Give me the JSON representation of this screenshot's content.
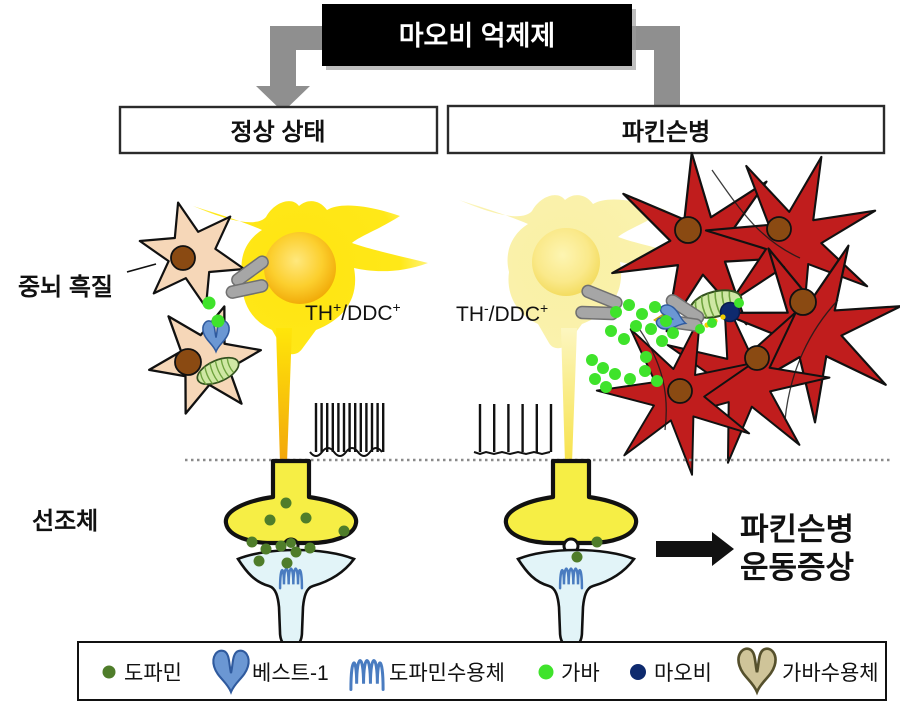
{
  "figure": {
    "title": "마오비 억제제",
    "columns": {
      "normal": "정상 상태",
      "parkinsons": "파킨슨병"
    },
    "regions": {
      "midbrain": "중뇌 흑질",
      "striatum": "선조체"
    },
    "cell_markers": {
      "normal": {
        "base1": "TH",
        "sup1": "+",
        "base2": "/DDC",
        "sup2": "+"
      },
      "parkinsons": {
        "base1": "TH",
        "sup1": "-",
        "base2": "/DDC",
        "sup2": "+"
      }
    },
    "outcome": {
      "line1": "파킨슨병",
      "line2": "운동증상"
    },
    "activity": {
      "normal_spike_count": 13,
      "parkinsons_spike_count": 6
    }
  },
  "legend": {
    "items": [
      {
        "id": "dopamine",
        "label": "도파민",
        "shape": "dot",
        "color": "#4f7d2a"
      },
      {
        "id": "best1",
        "label": "베스트-1",
        "shape": "channel",
        "color": "#6b97d3"
      },
      {
        "id": "dopamine-receptor",
        "label": "도파민수용체",
        "shape": "squiggle",
        "color": "#4a7cc0"
      },
      {
        "id": "gaba",
        "label": "가바",
        "shape": "dot",
        "color": "#3fe32b"
      },
      {
        "id": "maob",
        "label": "마오비",
        "shape": "dot",
        "color": "#0e2a6e"
      },
      {
        "id": "gaba-receptor",
        "label": "가바수용체",
        "shape": "channel",
        "color": "#cfc499"
      }
    ]
  },
  "colors": {
    "title_box_bg": "#000000",
    "title_text": "#ffffff",
    "gray_connector": "#8f8f8f",
    "normal_neuron_body": "#ffe818",
    "degenerating_neuron_body": "#faf2ae",
    "astrocyte_normal": "#f6d7b8",
    "astrocyte_reactive": "#c01d1d",
    "nucleus_brown": "#8a4a12",
    "synapse_terminal": "#f6ee45",
    "postsynaptic": "#e2f4f8",
    "dopamine": "#4f7d2a",
    "gaba": "#3fe32b",
    "maob": "#0e2a6e",
    "best1": "#6b97d3",
    "dopamine_receptor": "#4a7cc0",
    "gaba_receptor": "#cfc499",
    "mitochondria": "#cfe8a4",
    "gaba_trail": "#f2cf00"
  }
}
